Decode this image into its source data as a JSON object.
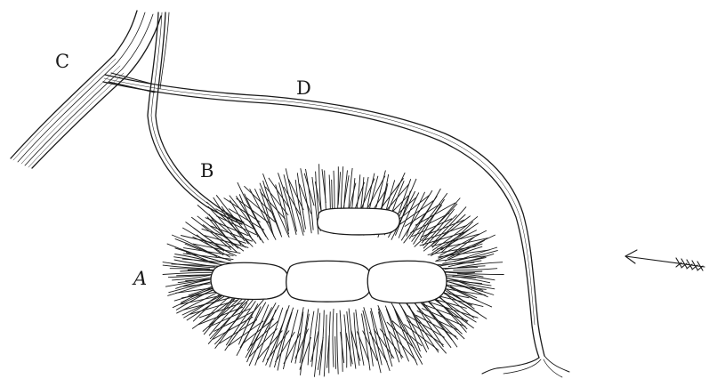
{
  "figure": {
    "labels": {
      "a": "A",
      "b": "B",
      "c": "C",
      "d": "D"
    },
    "ink_color": "#1a1a1a",
    "paper_color": "#ffffff"
  }
}
